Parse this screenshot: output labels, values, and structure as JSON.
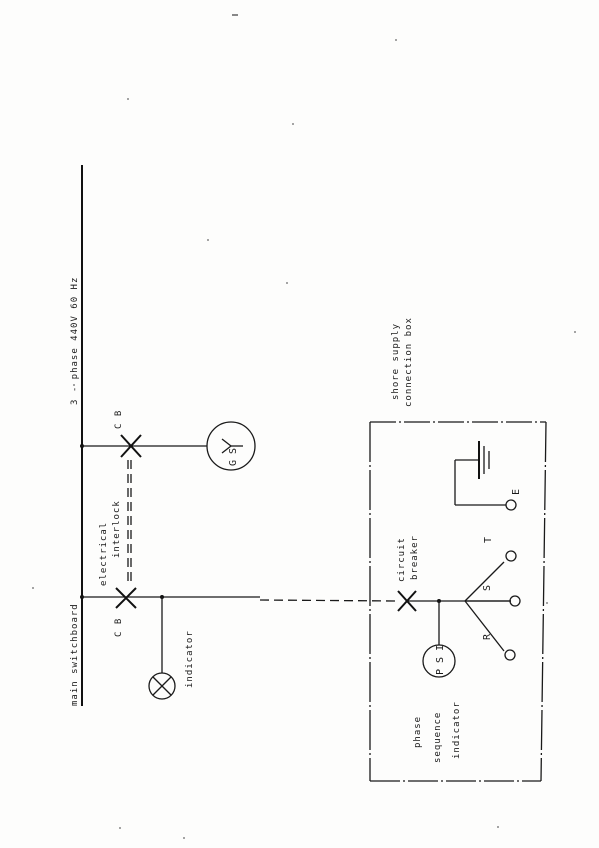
{
  "diagram": {
    "labels": {
      "main_switchboard": "main switchboard",
      "supply": "3 - phase  440V 60 Hz",
      "cb_left": "C B",
      "cb_right": "C B",
      "interlock_line1": "electrical",
      "interlock_line2": "interlock",
      "gs": "G S",
      "indicator": "indicator",
      "box_line1": "shore supply",
      "box_line2": "connection box",
      "breaker_line1": "circuit",
      "breaker_line2": "breaker",
      "psi": "P S I",
      "psi_line1": "phase",
      "psi_line2": "sequence",
      "psi_line3": "indicator",
      "term_r": "R",
      "term_s": "S",
      "term_t": "T",
      "term_e": "E"
    }
  }
}
